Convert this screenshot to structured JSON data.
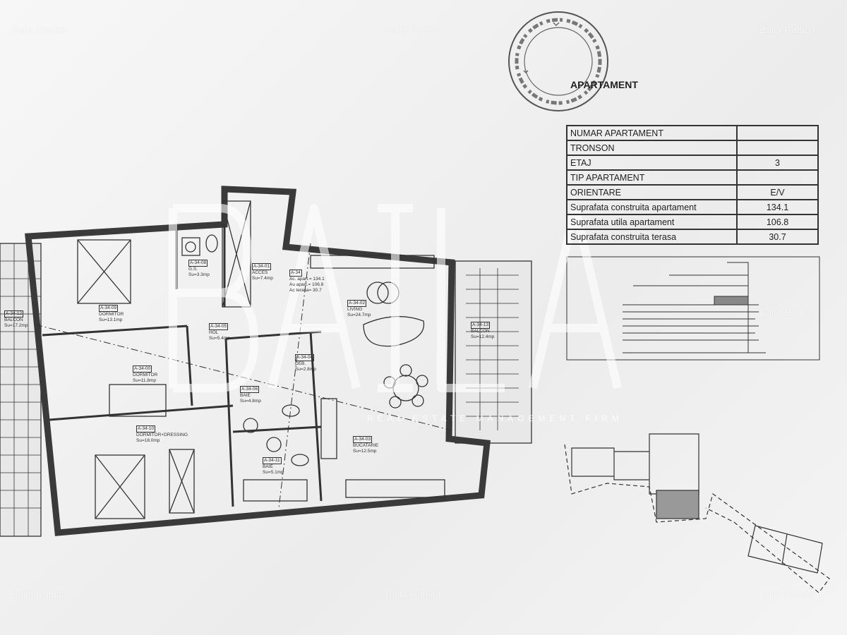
{
  "watermarks": [
    "Baila Raluca",
    "Baila Raluca",
    "Baila Raluca",
    "Baila Raluca",
    "Baila Raluca",
    "Baila Raluca",
    "Baila Raluca"
  ],
  "brand_watermark": {
    "text": "BAILA",
    "subtitle": "REAL ESTATE MANAGEMENT FIRM"
  },
  "stamp": {
    "text": "ROMANIA * GRECEA M * BUCURESTI * CRISTINA - NOTAR PUBLIC"
  },
  "title": "APARTAMENT",
  "info_table": [
    {
      "label": "NUMAR APARTAMENT",
      "value": ""
    },
    {
      "label": "TRONSON",
      "value": ""
    },
    {
      "label": "ETAJ",
      "value": "3"
    },
    {
      "label": "TIP APARTAMENT",
      "value": ""
    },
    {
      "label": "ORIENTARE",
      "value": "E/V"
    },
    {
      "label": "Suprafata construita apartament",
      "value": "134.1"
    },
    {
      "label": "Suprafata utila apartament",
      "value": "106.8"
    },
    {
      "label": "Suprafata construita terasa",
      "value": "30.7"
    }
  ],
  "plan_box": {
    "code": "A-34",
    "lines": [
      "Ac. apart.= 134.1",
      "Au apart.= 106.8",
      "Ac terasa= 30.7"
    ]
  },
  "rooms": [
    {
      "code": "A-34-09",
      "name": "DORMITOR",
      "area": "Su=13.1mp"
    },
    {
      "code": "A-34-08",
      "name": "G.S.",
      "area": "Su=3.3mp"
    },
    {
      "code": "A-34-01",
      "name": "ACCES",
      "area": "Su=7.4mp"
    },
    {
      "code": "A-34-05",
      "name": "HOL",
      "area": "Su=5.4mp"
    },
    {
      "code": "A-34-02",
      "name": "LIVING",
      "area": "Su=24.7mp"
    },
    {
      "code": "A-34-00",
      "name": "DORMITOR",
      "area": "Su=11.8mp"
    },
    {
      "code": "A-34-04",
      "name": "DEB.",
      "area": "Su=2.8mp"
    },
    {
      "code": "A-34-06",
      "name": "BAIE",
      "area": "Su=4.8mp"
    },
    {
      "code": "A-34-10",
      "name": "DORMITOR+DRESSING",
      "area": "Su=18.0mp"
    },
    {
      "code": "A-34-11",
      "name": "BAIE",
      "area": "Su=5.1mp"
    },
    {
      "code": "A-34-03",
      "name": "BUCATARIE",
      "area": "Su=12.5mp"
    },
    {
      "code": "A-34-12",
      "name": "BALCON",
      "area": "Su=17.2mp"
    },
    {
      "code": "A-34-13",
      "name": "BALCON",
      "area": "Su=12.4mp"
    }
  ],
  "colors": {
    "paper": "#f2f2f2",
    "ink": "#333333",
    "wall": "#3a3a3a"
  }
}
